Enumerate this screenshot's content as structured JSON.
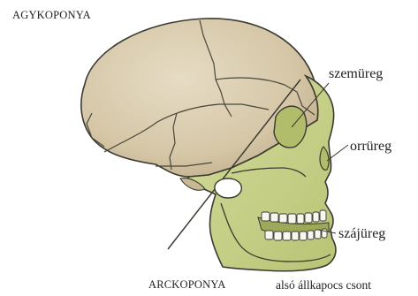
{
  "labels": {
    "cranium": "AGYKOPONYA",
    "facial_skeleton": "ARCKOPONYA",
    "orbit": "szemüreg",
    "nasal_cavity": "orrüreg",
    "oral_cavity": "szájüreg",
    "mandible": "alsó állkapocs csont"
  },
  "colors": {
    "cranium_fill": "#d7c9ac",
    "face_fill": "#cbd48e",
    "outline": "#3b3a32",
    "suture": "#4a473d",
    "teeth": "#f7f6ef",
    "cavity": "#b2bd6b",
    "text": "#1f1f1f"
  }
}
